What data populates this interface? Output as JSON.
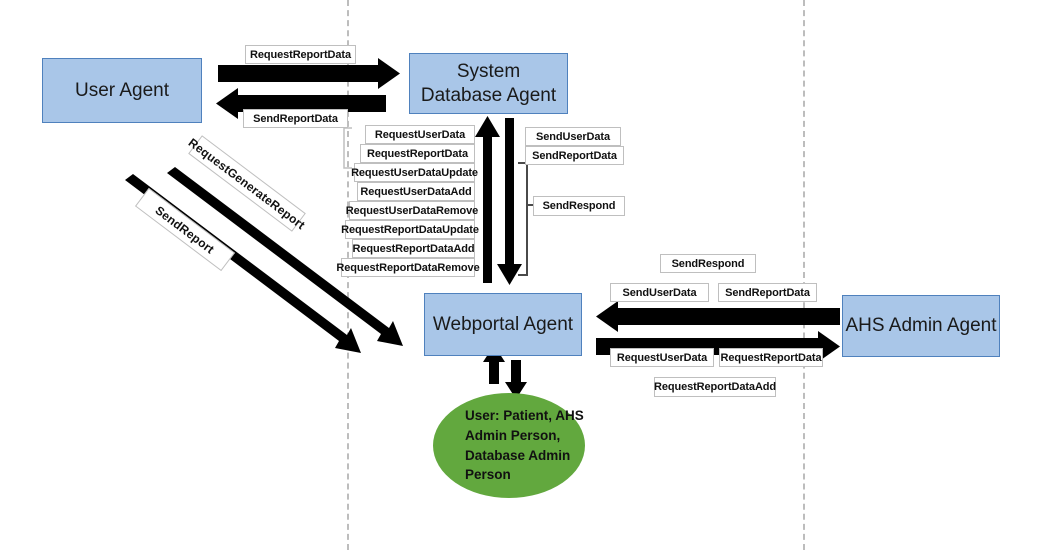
{
  "diagram": {
    "title": "Multi-Agent Interaction Diagram",
    "colors": {
      "agent_fill": "#A9C6E8",
      "agent_border": "#4F81BD",
      "user_fill": "#62A83E",
      "arrow": "#000000",
      "label_border": "#BFBFBF",
      "divider": "#BDBDBD"
    },
    "agents": {
      "user_agent": "User Agent",
      "system_database_agent": "System Database Agent",
      "webportal_agent": "Webportal Agent",
      "ahs_admin_agent": "AHS Admin Agent"
    },
    "user_entity": "User: Patient, AHS Admin Person, Database Admin Person",
    "messages": {
      "ua_to_sdb": "RequestReportData",
      "sdb_to_ua": "SendReportData",
      "diag_up": "RequestGenerateReport",
      "diag_down": "SendReport",
      "wp_to_sdb": [
        "RequestUserData",
        "RequestReportData",
        "RequestUserDataUpdate",
        "RequestUserDataAdd",
        "RequestUserDataRemove",
        "RequestReportDataUpdate",
        "RequestReportDataAdd",
        "RequestReportDataRemove"
      ],
      "sdb_to_wp": [
        "SendUserData",
        "SendReportData",
        "SendRespond"
      ],
      "ahs_to_wp": [
        "SendRespond",
        "SendUserData",
        "SendReportData"
      ],
      "wp_to_ahs": [
        "RequestUserData",
        "RequestReportData",
        "RequestReportDataAdd"
      ]
    }
  }
}
